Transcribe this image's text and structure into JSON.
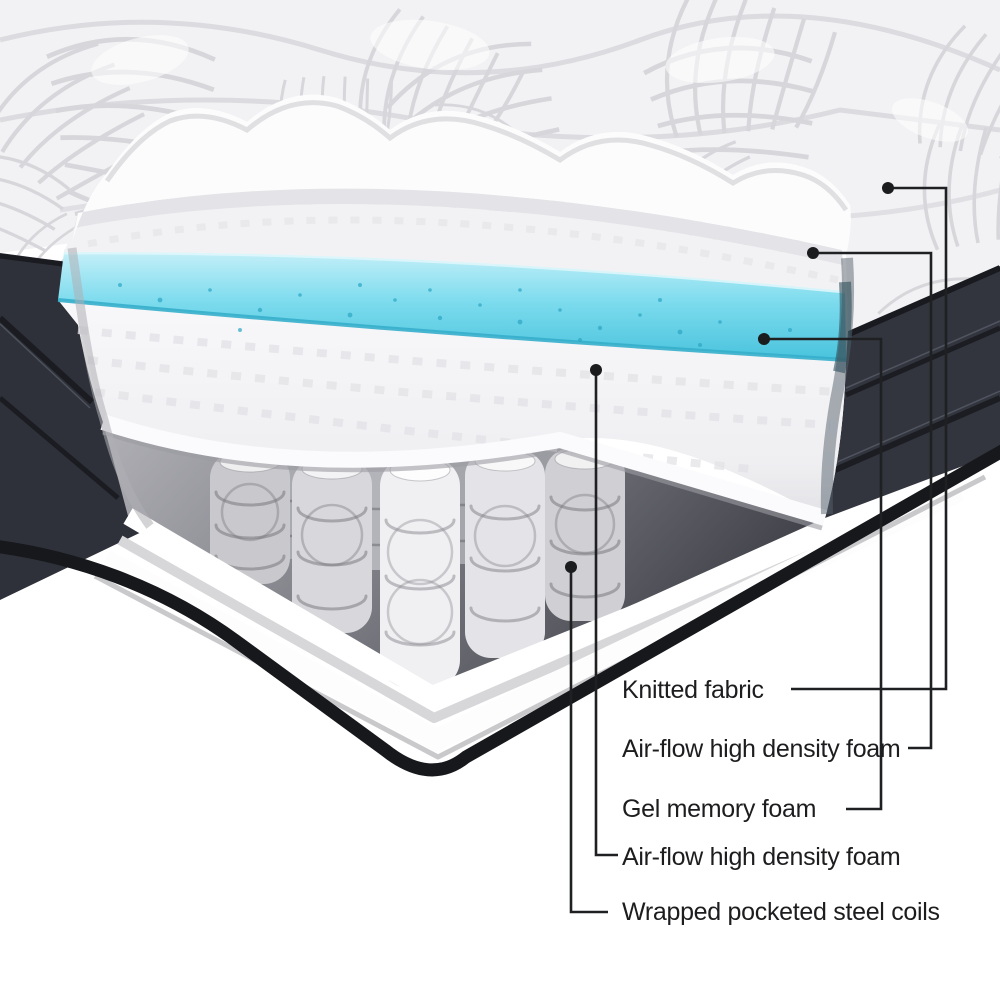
{
  "callouts": [
    {
      "label": "Knitted fabric"
    },
    {
      "label": "Air-flow high density foam"
    },
    {
      "label": "Gel memory foam"
    },
    {
      "label": "Air-flow high density foam"
    },
    {
      "label": "Wrapped pocketed steel coils"
    }
  ],
  "colors": {
    "background": "#ffffff",
    "gel_blue": "#7edcee",
    "charcoal_side": "#32353e",
    "foam_white": "#f5f5f7",
    "callout_line": "#1f2022"
  }
}
